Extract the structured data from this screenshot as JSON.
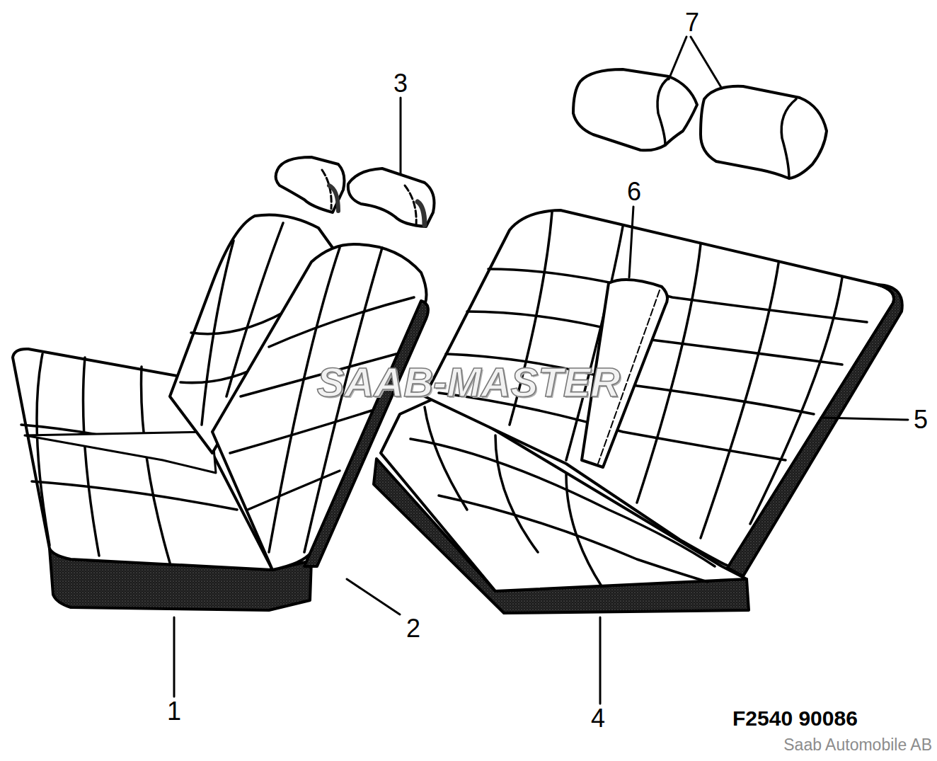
{
  "diagram": {
    "labels": [
      "7",
      "3",
      "6",
      "SAAB-MASTER",
      "5",
      "2",
      "1",
      "4",
      "F2540 90086",
      "Saab Automobile AB"
    ]
  }
}
